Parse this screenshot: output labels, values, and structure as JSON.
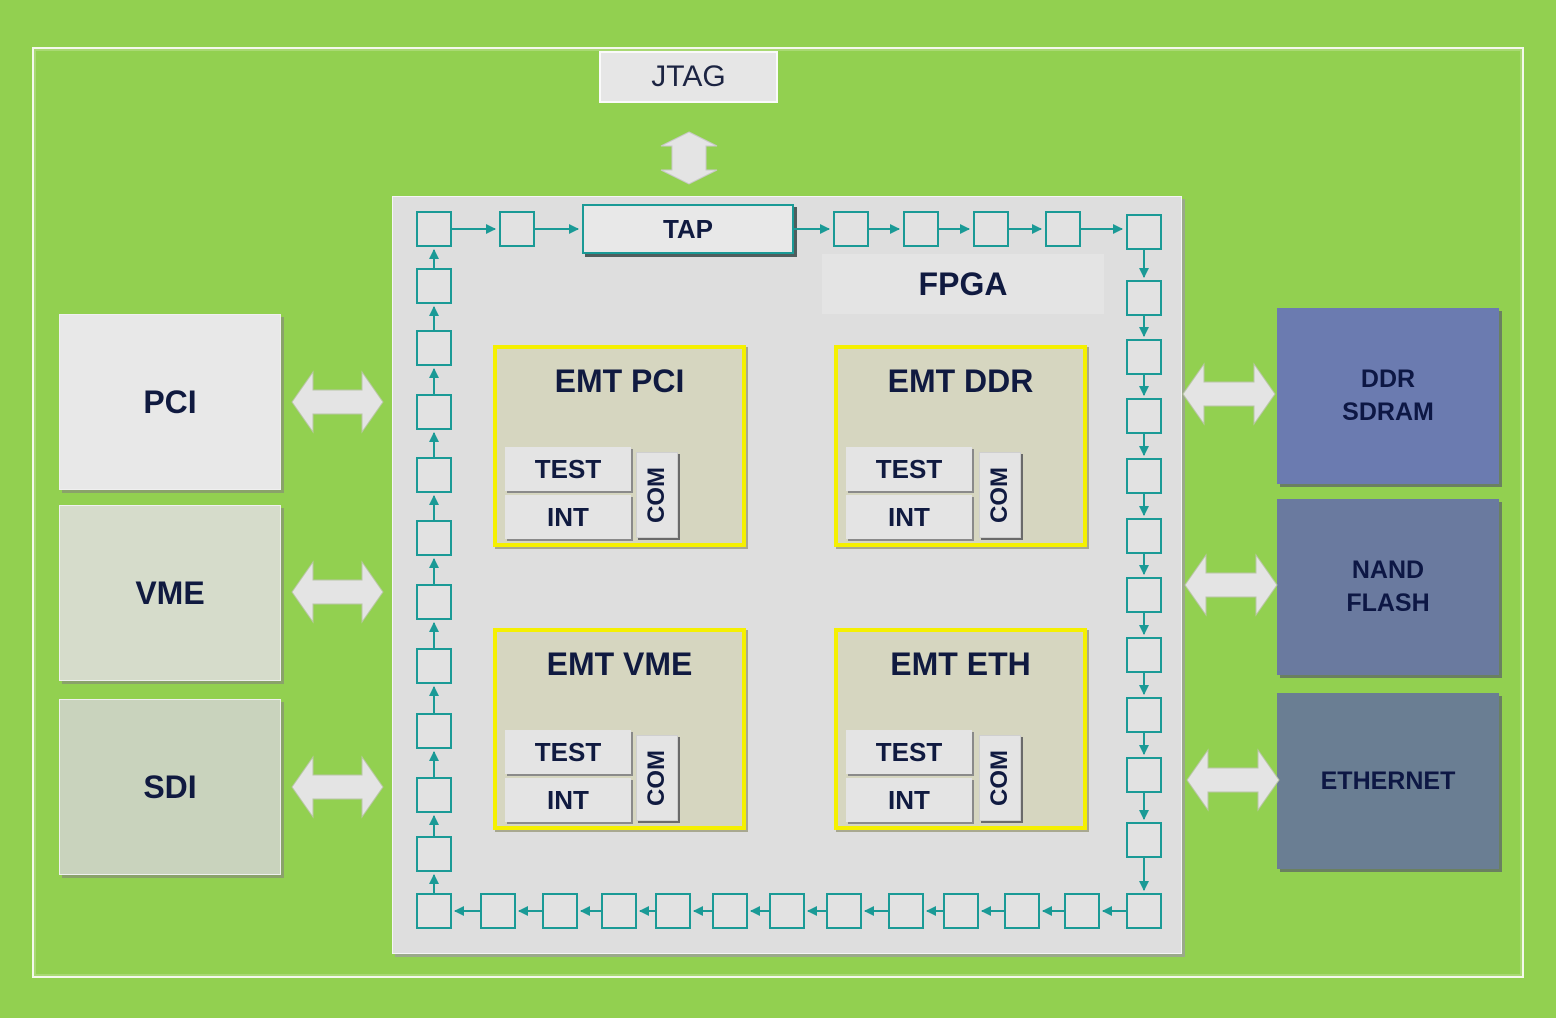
{
  "jtag": "JTAG",
  "tap": "TAP",
  "fpga": "FPGA",
  "left_interfaces": [
    {
      "label": "PCI",
      "color": "#e8e8e8"
    },
    {
      "label": "VME",
      "color": "#d6dccb"
    },
    {
      "label": "SDI",
      "color": "#c9d3bd"
    }
  ],
  "right_devices": [
    {
      "line1": "DDR",
      "line2": "SDRAM",
      "color": "#6b7bb0"
    },
    {
      "line1": "NAND",
      "line2": "FLASH",
      "color": "#6a7a9f"
    },
    {
      "line1": "ETHERNET",
      "line2": "",
      "color": "#6a7e93"
    }
  ],
  "emt_blocks": [
    {
      "title": "EMT PCI",
      "test": "TEST",
      "int": "INT",
      "com": "COM"
    },
    {
      "title": "EMT DDR",
      "test": "TEST",
      "int": "INT",
      "com": "COM"
    },
    {
      "title": "EMT VME",
      "test": "TEST",
      "int": "INT",
      "com": "COM"
    },
    {
      "title": "EMT ETH",
      "test": "TEST",
      "int": "INT",
      "com": "COM"
    }
  ],
  "colors": {
    "background": "#92d050",
    "chain": "#1a9a96",
    "emt_border": "#f5f000"
  }
}
